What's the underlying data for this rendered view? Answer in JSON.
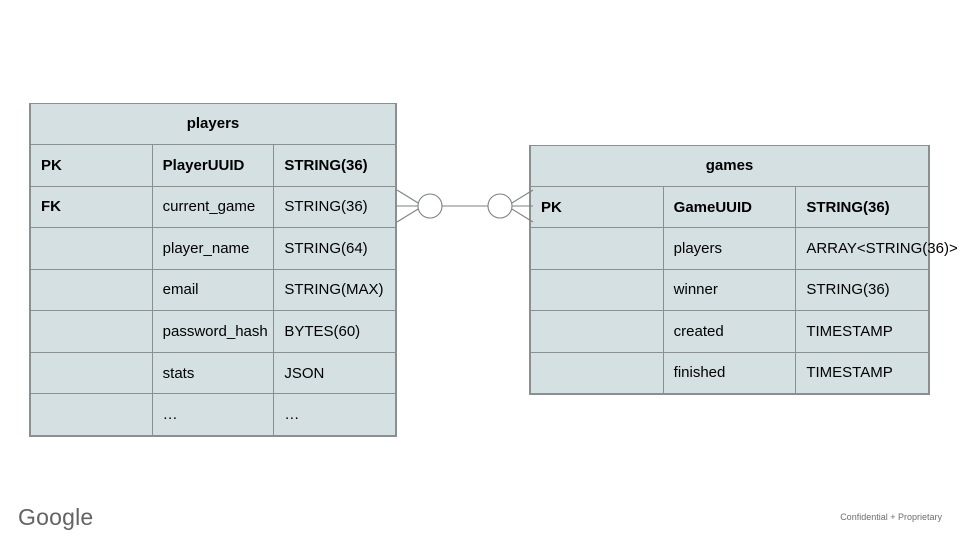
{
  "slide": {
    "background_color": "#ffffff",
    "entity_fill_color": "#d4e0e2",
    "entity_border_color": "#8a8f8f"
  },
  "entities": {
    "players": {
      "title": "players",
      "rows": [
        {
          "key": "PK",
          "field": "PlayerUUID",
          "type": "STRING(36)"
        },
        {
          "key": "FK",
          "field": "current_game",
          "type": "STRING(36)"
        },
        {
          "key": "",
          "field": "player_name",
          "type": "STRING(64)"
        },
        {
          "key": "",
          "field": "email",
          "type": "STRING(MAX)"
        },
        {
          "key": "",
          "field": "password_hash",
          "type": "BYTES(60)"
        },
        {
          "key": "",
          "field": "stats",
          "type": "JSON"
        },
        {
          "key": "",
          "field": "…",
          "type": "…"
        }
      ]
    },
    "games": {
      "title": "games",
      "rows": [
        {
          "key": "PK",
          "field": "GameUUID",
          "type": "STRING(36)"
        },
        {
          "key": "",
          "field": "players",
          "type": "ARRAY<STRING(36)>"
        },
        {
          "key": "",
          "field": "winner",
          "type": "STRING(36)"
        },
        {
          "key": "",
          "field": "created",
          "type": "TIMESTAMP"
        },
        {
          "key": "",
          "field": "finished",
          "type": "TIMESTAMP"
        }
      ]
    }
  },
  "relationship": {
    "from": "players",
    "to": "games",
    "notation": "crows-foot",
    "left_cardinality": "zero-or-many",
    "right_cardinality": "zero-or-many",
    "line_color": "#7c8282"
  },
  "footer": {
    "logo_text": "Google",
    "note": "Confidential + Proprietary"
  }
}
